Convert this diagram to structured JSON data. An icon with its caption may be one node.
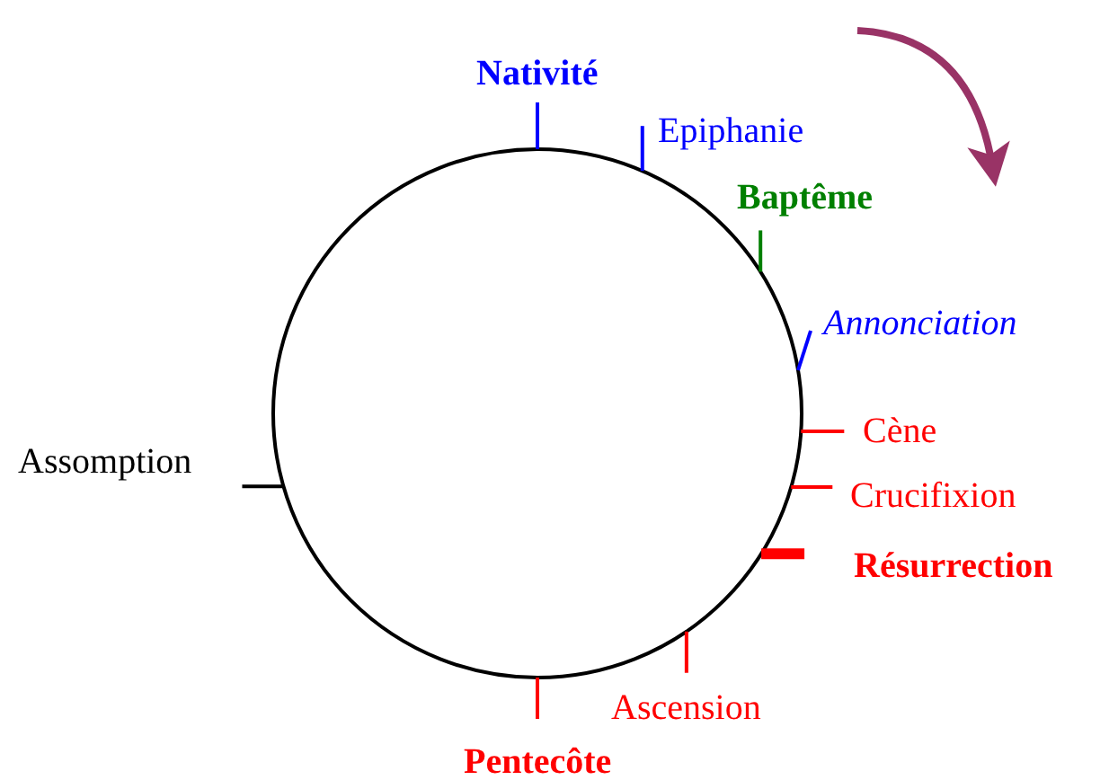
{
  "diagram": {
    "nodes": [
      {
        "text": [],
        "shape": "circle"
      },
      {
        "text": [
          "Nativité"
        ]
      },
      {
        "text": [
          "Epiphanie"
        ]
      },
      {
        "text": [
          "Baptême"
        ]
      },
      {
        "text": [
          "Annonciation"
        ]
      },
      {
        "text": [
          "Cène"
        ]
      },
      {
        "text": [
          "Crucifixion"
        ]
      },
      {
        "text": [
          "Résurrection"
        ]
      },
      {
        "text": [
          "Ascension"
        ]
      },
      {
        "text": [
          "Pentecôte"
        ]
      },
      {
        "text": [
          "Assomption"
        ]
      }
    ],
    "edges": [
      {
        "from": 1,
        "to": 0,
        "arrow": "none",
        "color": "#0000ff"
      },
      {
        "from": 2,
        "to": 0,
        "arrow": "none",
        "color": "#0000ff"
      },
      {
        "from": 3,
        "to": 0,
        "arrow": "none",
        "color": "#008000"
      },
      {
        "from": 4,
        "to": 0,
        "arrow": "none",
        "color": "#0000ff"
      },
      {
        "from": 5,
        "to": 0,
        "arrow": "none"
      },
      {
        "from": 6,
        "to": 0,
        "arrow": "none"
      },
      {
        "from": 7,
        "to": 0,
        "arrow": "none",
        "style": "thick"
      },
      {
        "from": 8,
        "to": 0,
        "arrow": "none"
      },
      {
        "from": 9,
        "to": 0,
        "arrow": "none"
      },
      {
        "from": 10,
        "to": 0,
        "arrow": "none",
        "color": "#000000"
      }
    ]
  }
}
